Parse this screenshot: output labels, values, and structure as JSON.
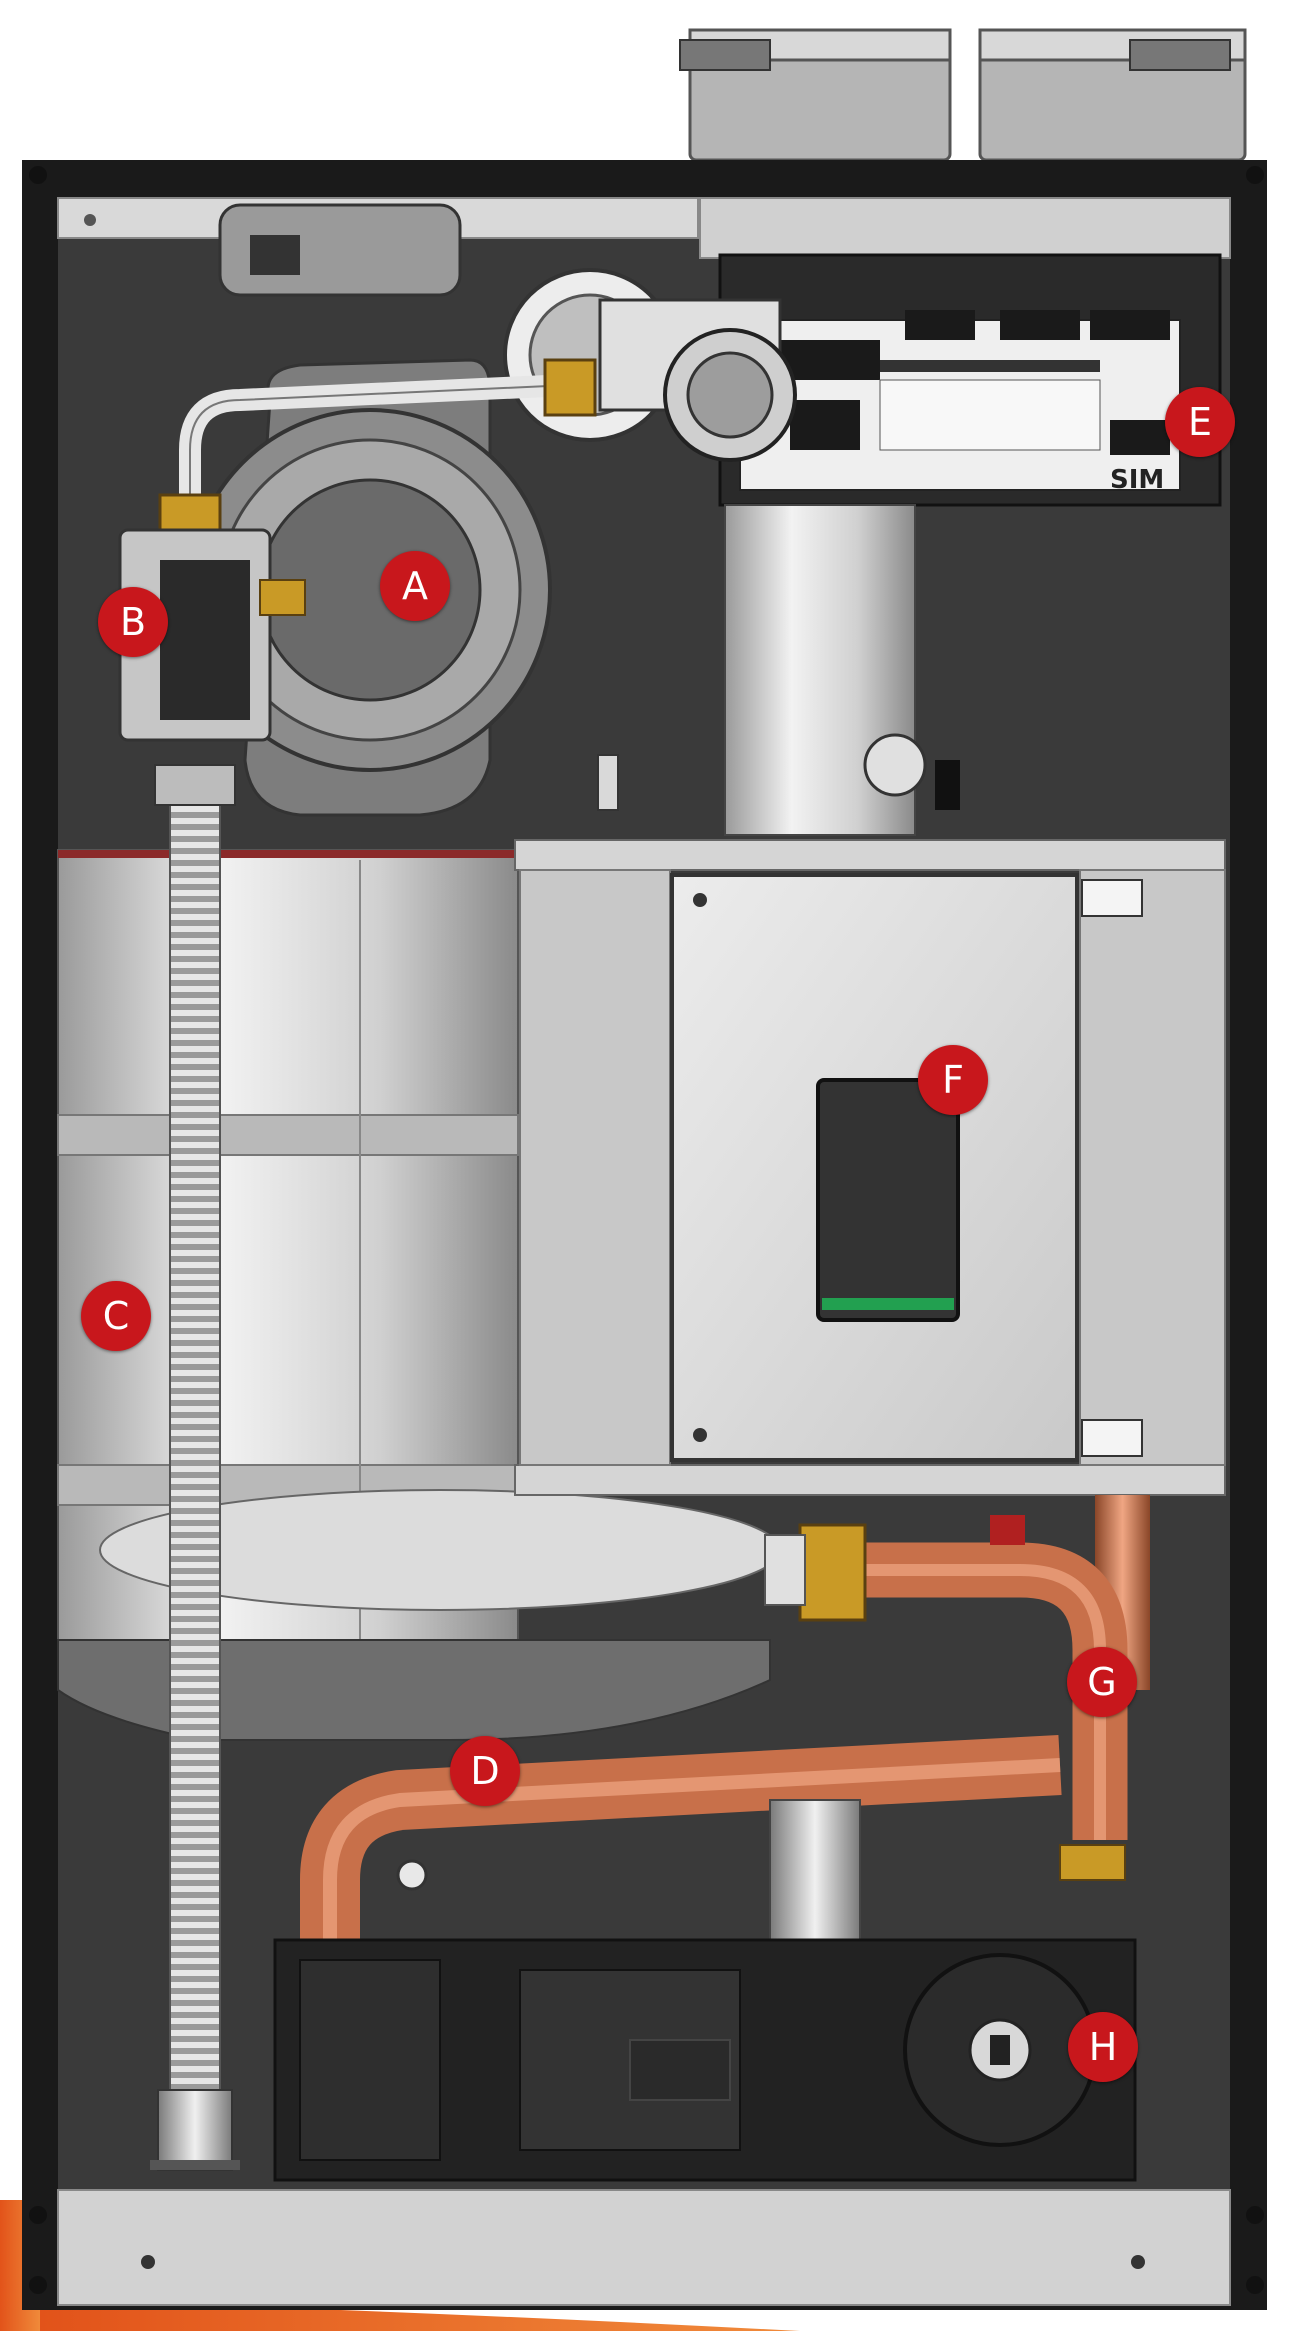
{
  "callouts": [
    {
      "id": "A",
      "label": "A"
    },
    {
      "id": "B",
      "label": "B"
    },
    {
      "id": "C",
      "label": "C"
    },
    {
      "id": "D",
      "label": "D"
    },
    {
      "id": "E",
      "label": "E"
    },
    {
      "id": "F",
      "label": "F"
    },
    {
      "id": "G",
      "label": "G"
    },
    {
      "id": "H",
      "label": "H"
    }
  ],
  "rating_plate": {
    "brand": "SIM"
  },
  "colors": {
    "callout": "#c8171c",
    "cabinet_frame": "#1a1a1a",
    "cabinet_interior": "#3a3a3a",
    "copper": "#c8704a",
    "brand_accent": "#e2531a"
  }
}
